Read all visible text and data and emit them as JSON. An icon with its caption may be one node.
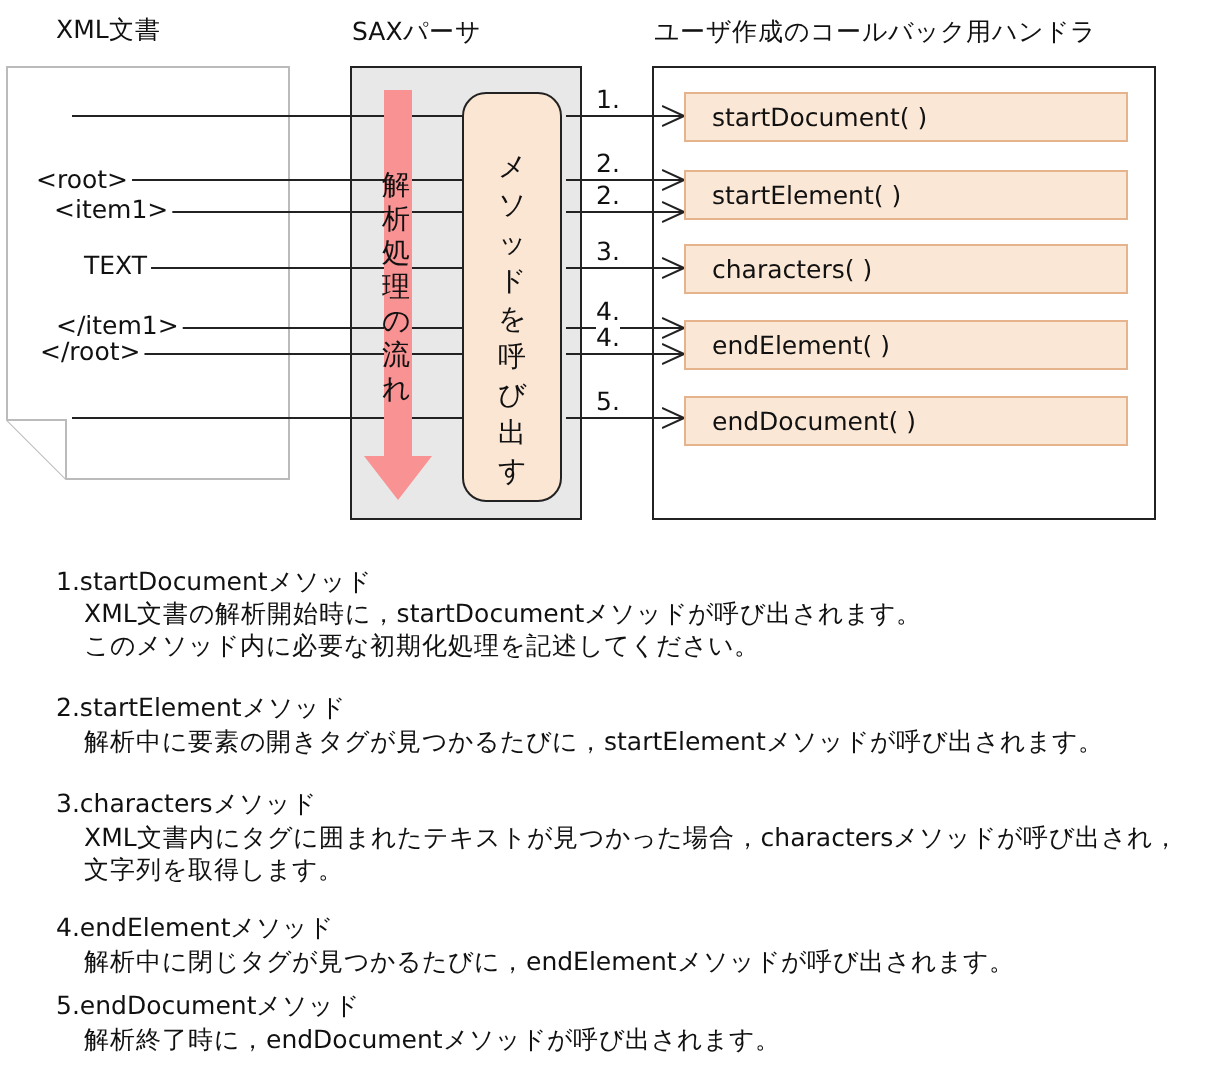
{
  "diagram": {
    "nodes": [
      {
        "text": [
          "XML文書"
        ]
      },
      {
        "text": [
          "<root>"
        ],
        "in": 0
      },
      {
        "text": [
          "<item1>"
        ],
        "in": 0
      },
      {
        "text": [
          "TEXT"
        ],
        "in": 0
      },
      {
        "text": [
          "</item1>"
        ],
        "in": 0
      },
      {
        "text": [
          "</root>"
        ],
        "in": 0
      },
      {
        "text": [
          "SAXパーサ"
        ]
      },
      {
        "text": [
          "メソッドを呼び出す"
        ],
        "in": 6
      },
      {
        "text": [
          "ユーザ作成のコールバック用ハンドラ"
        ]
      },
      {
        "text": [
          "startDocument( )"
        ],
        "in": 8
      },
      {
        "text": [
          "startElement( )"
        ],
        "in": 8
      },
      {
        "text": [
          "characters( )"
        ],
        "in": 8
      },
      {
        "text": [
          "endElement( )"
        ],
        "in": 8
      },
      {
        "text": [
          "endDocument( )"
        ],
        "in": 8
      }
    ],
    "edges": [
      {
        "from": 0,
        "to": 7,
        "arrow": "none"
      },
      {
        "from": 7,
        "to": 9,
        "arrow": "to",
        "label": "1."
      },
      {
        "from": 1,
        "to": 7,
        "arrow": "none"
      },
      {
        "from": 7,
        "to": 10,
        "arrow": "to",
        "label": "2."
      },
      {
        "from": 2,
        "to": 7,
        "arrow": "none"
      },
      {
        "from": 7,
        "to": 10,
        "arrow": "to",
        "label": "2."
      },
      {
        "from": 3,
        "to": 7,
        "arrow": "none"
      },
      {
        "from": 7,
        "to": 11,
        "arrow": "to",
        "label": "3."
      },
      {
        "from": 4,
        "to": 7,
        "arrow": "none"
      },
      {
        "from": 7,
        "to": 12,
        "arrow": "to",
        "label": "4."
      },
      {
        "from": 5,
        "to": 7,
        "arrow": "none"
      },
      {
        "from": 7,
        "to": 12,
        "arrow": "to",
        "label": "4."
      },
      {
        "from": 0,
        "to": 7,
        "arrow": "none"
      },
      {
        "from": 7,
        "to": 13,
        "arrow": "to",
        "label": "5."
      }
    ],
    "labels": [
      "解析処理の流れ",
      "1.startDocumentメソッド",
      "XML文書の解析開始時に，startDocumentメソッドが呼び出されます。",
      "このメソッド内に必要な初期化処理を記述してください。",
      "2.startElementメソッド",
      "解析中に要素の開きタグが見つかるたびに，startElementメソッドが呼び出されます。",
      "3.charactersメソッド",
      "XML文書内にタグに囲まれたテキストが見つかった場合，charactersメソッドが呼び出され，文字列を取得します。",
      "4.endElementメソッド",
      "解析中に閉じタグが見つかるたびに，endElementメソッドが呼び出されます。",
      "5.endDocumentメソッド",
      "解析終了時に，endDocumentメソッドが呼び出されます。"
    ]
  }
}
